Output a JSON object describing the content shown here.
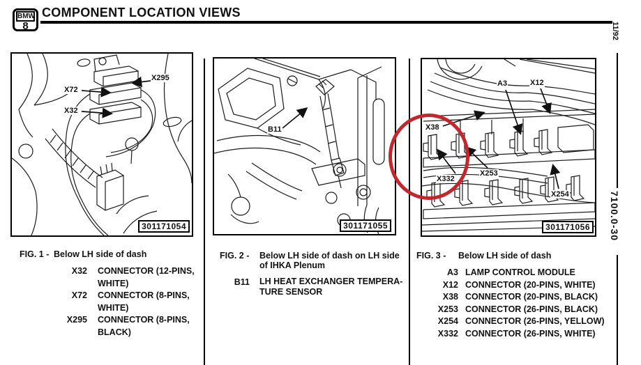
{
  "page": {
    "logo": {
      "brand": "BMW",
      "series": "8"
    },
    "title": "COMPONENT LOCATION VIEWS",
    "margin": {
      "top_code": "11/92",
      "bottom_code": "7100.0-30"
    }
  },
  "figures": [
    {
      "photo_number": "301171054",
      "callouts": [
        {
          "label": "X72"
        },
        {
          "label": "X32"
        },
        {
          "label": "X295"
        }
      ]
    },
    {
      "photo_number": "301171055",
      "callouts": [
        {
          "label": "B11"
        }
      ]
    },
    {
      "photo_number": "301171056",
      "callouts": [
        {
          "label": "A3"
        },
        {
          "label": "X12"
        },
        {
          "label": "X38"
        },
        {
          "label": "X253"
        },
        {
          "label": "X332"
        },
        {
          "label": "X254"
        }
      ]
    }
  ],
  "captions": [
    {
      "fig_label": "FIG. 1 -",
      "title": "Below LH side of dash",
      "items": [
        {
          "key": "X32",
          "desc": "CONNECTOR (12-PINS, WHITE)"
        },
        {
          "key": "X72",
          "desc": "CONNECTOR (8-PINS, WHITE)"
        },
        {
          "key": "X295",
          "desc": "CONNECTOR (8-PINS, BLACK)"
        }
      ]
    },
    {
      "fig_label": "FIG. 2 -",
      "title": "Below LH side of dash on LH side\nof IHKA Plenum",
      "items": [
        {
          "key": "B11",
          "desc": "LH HEAT EXCHANGER TEMPERA-\nTURE SENSOR"
        }
      ]
    },
    {
      "fig_label": "FIG. 3 -",
      "title": "Below LH side of dash",
      "items": [
        {
          "key": "A3",
          "desc": "LAMP CONTROL MODULE"
        },
        {
          "key": "X12",
          "desc": "CONNECTOR (20-PINS, WHITE)"
        },
        {
          "key": "X38",
          "desc": "CONNECTOR (20-PINS, BLACK)"
        },
        {
          "key": "X253",
          "desc": "CONNECTOR (26-PINS, BLACK)"
        },
        {
          "key": "X254",
          "desc": "CONNECTOR (26-PINS, YELLOW)"
        },
        {
          "key": "X332",
          "desc": "CONNECTOR (26-PINS, WHITE)"
        }
      ]
    }
  ],
  "annotation": {
    "type": "highlight-circle",
    "color": "#c1272d"
  }
}
